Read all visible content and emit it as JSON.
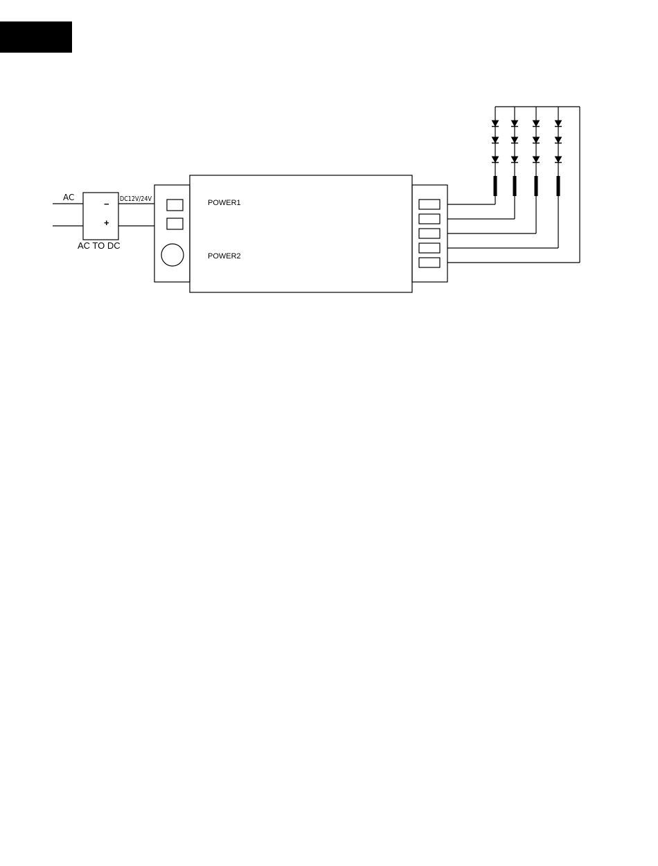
{
  "header": {
    "block_color": "#000000"
  },
  "diagram": {
    "line_color": "#000000",
    "background": "#ffffff",
    "labels": {
      "ac": "AC",
      "minus": "−",
      "plus": "+",
      "converter": "AC TO DC",
      "dc_voltage": "DC12V/24V",
      "power1": "POWER1",
      "power2": "POWER2"
    },
    "led_strip_count": 4,
    "leds_per_strip": 3,
    "output_terminal_count": 5
  }
}
